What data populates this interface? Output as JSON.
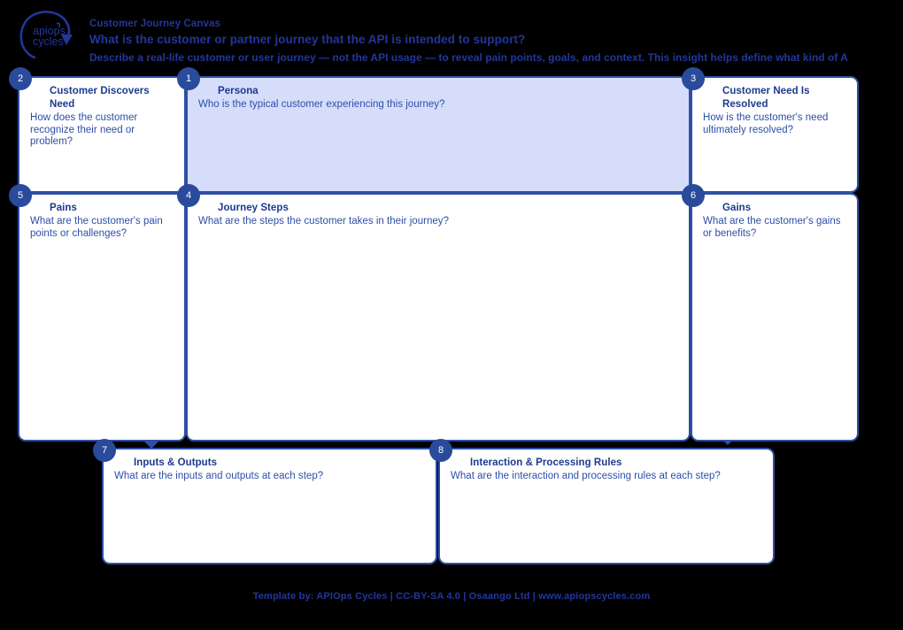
{
  "header": {
    "logo_alt": "apiops cycles",
    "logo_line1": "apiops",
    "logo_line2": "cycles",
    "title": "Customer Journey Canvas",
    "question": "What is the customer or partner journey that the API is intended to support?",
    "description": "Describe a real-life customer or user journey — not the API usage — to reveal pain points, goals, and context. This insight helps define what kind of A"
  },
  "cards": [
    {
      "number": "2",
      "title": "Customer Discovers Need",
      "prompt": "How does the customer recognize their need or problem?"
    },
    {
      "number": "1",
      "title": "Persona",
      "prompt": "Who is the typical customer experiencing this journey?"
    },
    {
      "number": "3",
      "title": "Customer Need Is Resolved",
      "prompt": "How is the customer's need ultimately resolved?"
    },
    {
      "number": "5",
      "title": "Pains",
      "prompt": "What are the customer's pain points or challenges?"
    },
    {
      "number": "4",
      "title": "Journey Steps",
      "prompt": "What are the steps the customer takes in their journey?"
    },
    {
      "number": "6",
      "title": "Gains",
      "prompt": "What are the customer's gains or benefits?"
    },
    {
      "number": "7",
      "title": "Inputs & Outputs",
      "prompt": "What are the inputs and outputs at each step?"
    },
    {
      "number": "8",
      "title": "Interaction & Processing Rules",
      "prompt": "What are the interaction and processing rules at each step?"
    }
  ],
  "footer": {
    "text": "Template by: APIOps Cycles | CC-BY-SA 4.0 | Osaango Ltd | www.apiopscycles.com"
  },
  "colors": {
    "brand_blue": "#22369b",
    "card_border": "#2e4fa3",
    "badge": "#2a4a9c",
    "accent_fill": "#d6ddfa",
    "background": "#000000"
  }
}
